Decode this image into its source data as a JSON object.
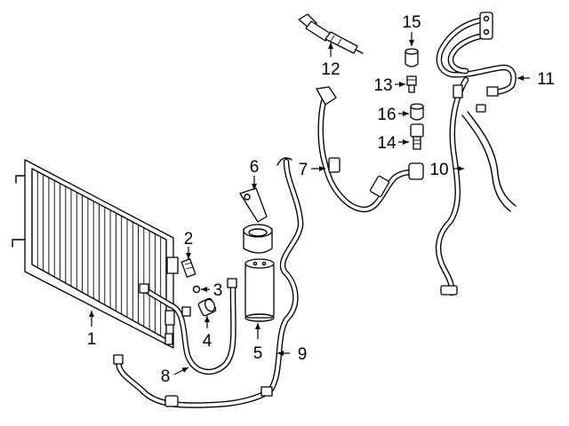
{
  "diagram": {
    "callouts": [
      {
        "id": "c1",
        "number": "1"
      },
      {
        "id": "c2",
        "number": "2"
      },
      {
        "id": "c3",
        "number": "3"
      },
      {
        "id": "c4",
        "number": "4"
      },
      {
        "id": "c5",
        "number": "5"
      },
      {
        "id": "c6",
        "number": "6"
      },
      {
        "id": "c7",
        "number": "7"
      },
      {
        "id": "c8",
        "number": "8"
      },
      {
        "id": "c9",
        "number": "9"
      },
      {
        "id": "c10",
        "number": "10"
      },
      {
        "id": "c11",
        "number": "11"
      },
      {
        "id": "c12",
        "number": "12"
      },
      {
        "id": "c13",
        "number": "13"
      },
      {
        "id": "c14",
        "number": "14"
      },
      {
        "id": "c15",
        "number": "15"
      },
      {
        "id": "c16",
        "number": "16"
      }
    ]
  }
}
